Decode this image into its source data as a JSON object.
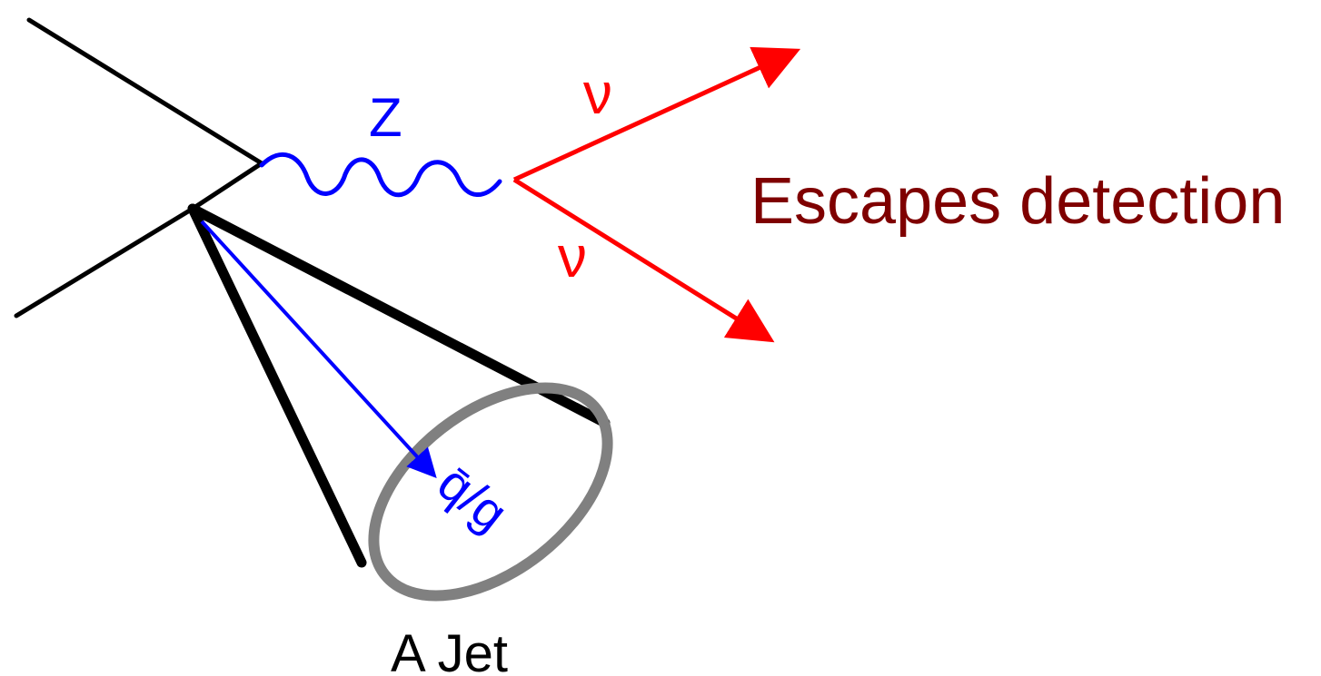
{
  "labels": {
    "boson": "Z",
    "neutrino_upper": "ν",
    "neutrino_lower": "ν",
    "parton": "q̄/g",
    "escapes": "Escapes detection",
    "jet": "A Jet"
  },
  "colors": {
    "incoming_lines": "#000000",
    "z_boson": "#0000ff",
    "neutrinos": "#ff0000",
    "parton_arrow": "#0000ff",
    "jet_cone": "#000000",
    "jet_ellipse": "#808080",
    "escapes_text": "#7f0000",
    "jet_text": "#000000"
  }
}
